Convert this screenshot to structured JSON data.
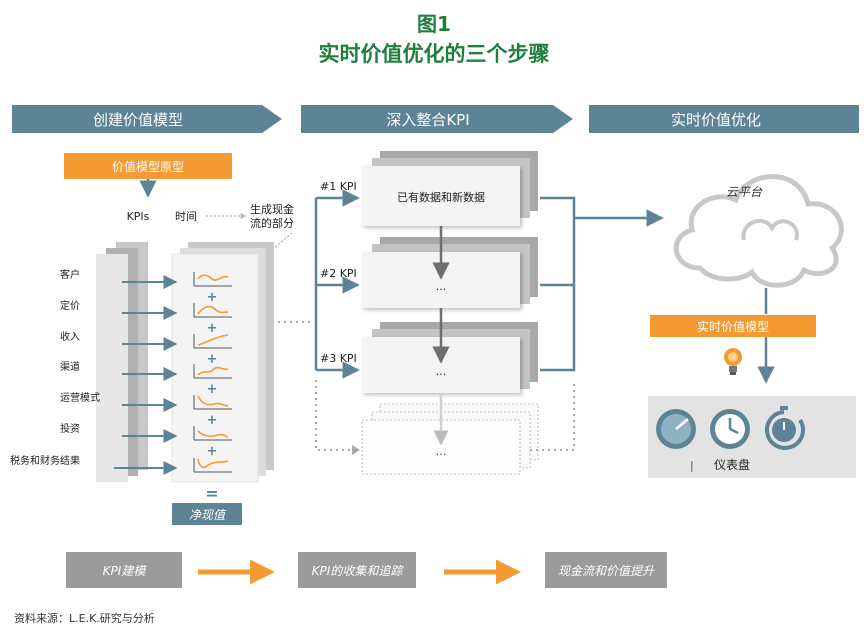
{
  "figure_label": "图1",
  "figure_title": "实时价值优化的三个步骤",
  "phases": [
    "创建价值模型",
    "深入整合KPI",
    "实时价值优化"
  ],
  "left_panel": {
    "prototype_label": "价值模型原型",
    "col_kpis": "KPIs",
    "col_time": "时间",
    "cashflow_line1": "生成现金",
    "cashflow_line2": "流的部分",
    "kpi_rows": [
      "客户",
      "定价",
      "收入",
      "渠道",
      "运营模式",
      "投资",
      "税务和财务结果"
    ],
    "plus_sign": "+",
    "equals_sign": "=",
    "net_value": "净现值"
  },
  "middle_panel": {
    "kpi_labels": [
      "#1 KPI",
      "#2 KPI",
      "#3 KPI"
    ],
    "card1_text": "已有数据和新数据",
    "ellipsis": "..."
  },
  "right_panel": {
    "cloud_label": "云平台",
    "model_label": "实时价值模型",
    "dashboard_label": "仪表盘"
  },
  "bottom_steps": [
    "KPI建模",
    "KPI的收集和追踪",
    "现金流和价值提升"
  ],
  "source": "资料来源：L.E.K.研究与分析",
  "colors": {
    "green": "#1f7f3f",
    "steel": "#5c8396",
    "orange": "#f39a32",
    "grey": "#999999"
  }
}
